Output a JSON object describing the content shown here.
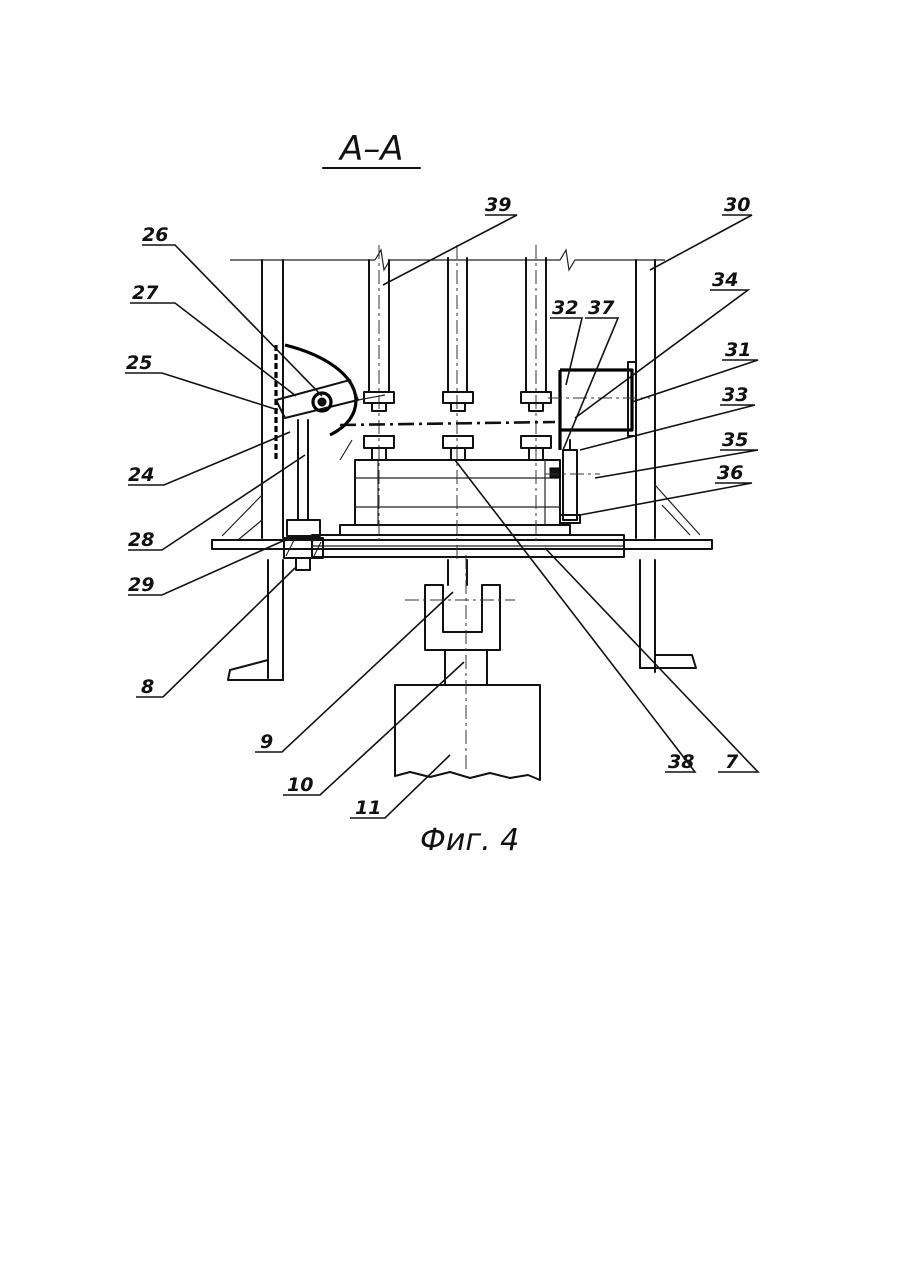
{
  "section_title": "А–А",
  "figure_caption": "Фиг. 4",
  "callouts": {
    "c39": "39",
    "c30": "30",
    "c26": "26",
    "c27": "27",
    "c34": "34",
    "c32": "32",
    "c37": "37",
    "c31": "31",
    "c25": "25",
    "c33": "33",
    "c35": "35",
    "c24": "24",
    "c36": "36",
    "c28": "28",
    "c29": "29",
    "c8": "8",
    "c9": "9",
    "c38": "38",
    "c7": "7",
    "c10": "10",
    "c11": "11"
  }
}
